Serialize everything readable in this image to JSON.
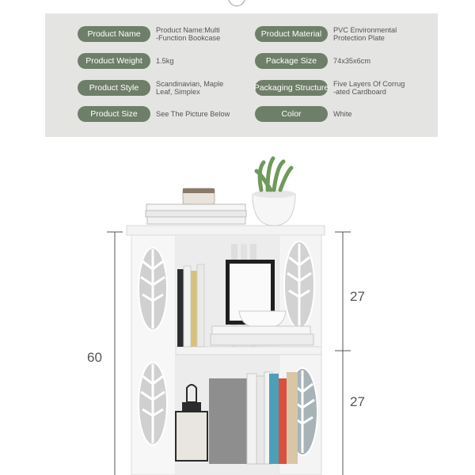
{
  "specs": [
    {
      "label": "Product Name",
      "value": "Product Name:Multi\n-Function Bookcase"
    },
    {
      "label": "Product Material",
      "value": "PVC Environmental\nProtection Plate"
    },
    {
      "label": "Product Weight",
      "value": "1.5kg"
    },
    {
      "label": "Package Size",
      "value": "74x35x6cm"
    },
    {
      "label": "Product Style",
      "value": "Scandinavian, Maple\nLeaf, Simplex"
    },
    {
      "label": "Packaging Structure",
      "value": "Five Layers Of Corrug\n-ated Cardboard"
    },
    {
      "label": "Product Size",
      "value": "See The Picture Below"
    },
    {
      "label": "Color",
      "value": "White"
    }
  ],
  "dimensions": {
    "height_total": "60",
    "shelf_upper": "27",
    "shelf_lower": "27"
  },
  "colors": {
    "pill": "#6e7f69",
    "panel": "#e4e4e2"
  }
}
